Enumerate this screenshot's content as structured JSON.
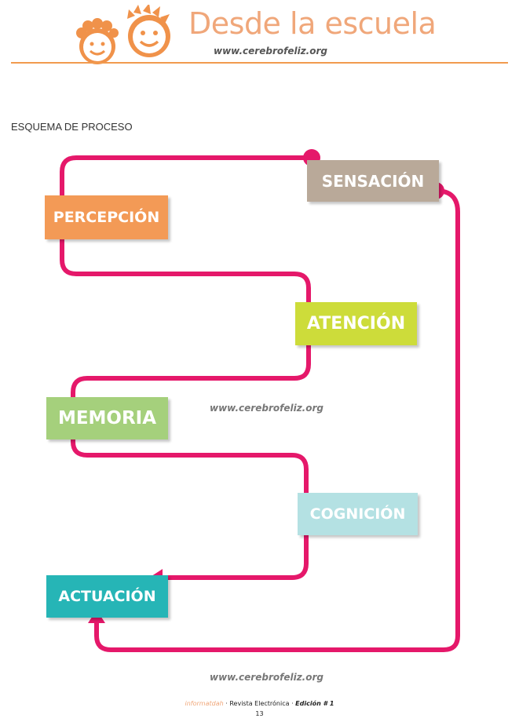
{
  "header": {
    "title": "Desde la escuela",
    "url": "www.cerebrofeliz.org"
  },
  "section_title": "ESQUEMA DE PROCESO",
  "diagram": {
    "nodes": [
      {
        "id": "sensacion",
        "label": "SENSACIÓN",
        "color": "#b9a999"
      },
      {
        "id": "percepcion",
        "label": "PERCEPCIÓN",
        "color": "#f39a56"
      },
      {
        "id": "atencion",
        "label": "ATENCIÓN",
        "color": "#cddc3a"
      },
      {
        "id": "memoria",
        "label": "MEMORIA",
        "color": "#a5d07c"
      },
      {
        "id": "cognicion",
        "label": "COGNICIÓN",
        "color": "#b4e1e3"
      },
      {
        "id": "actuacion",
        "label": "ACTUACIÓN",
        "color": "#26b5b6"
      }
    ],
    "connector_color": "#e5186a"
  },
  "watermark_mid": "www.cerebrofeliz.org",
  "watermark_bottom": "www.cerebrofeliz.org",
  "footer": {
    "brand": "informatdah",
    "magazine": "Revista Electrónica",
    "edition": "Edición # 1",
    "page": "13"
  }
}
